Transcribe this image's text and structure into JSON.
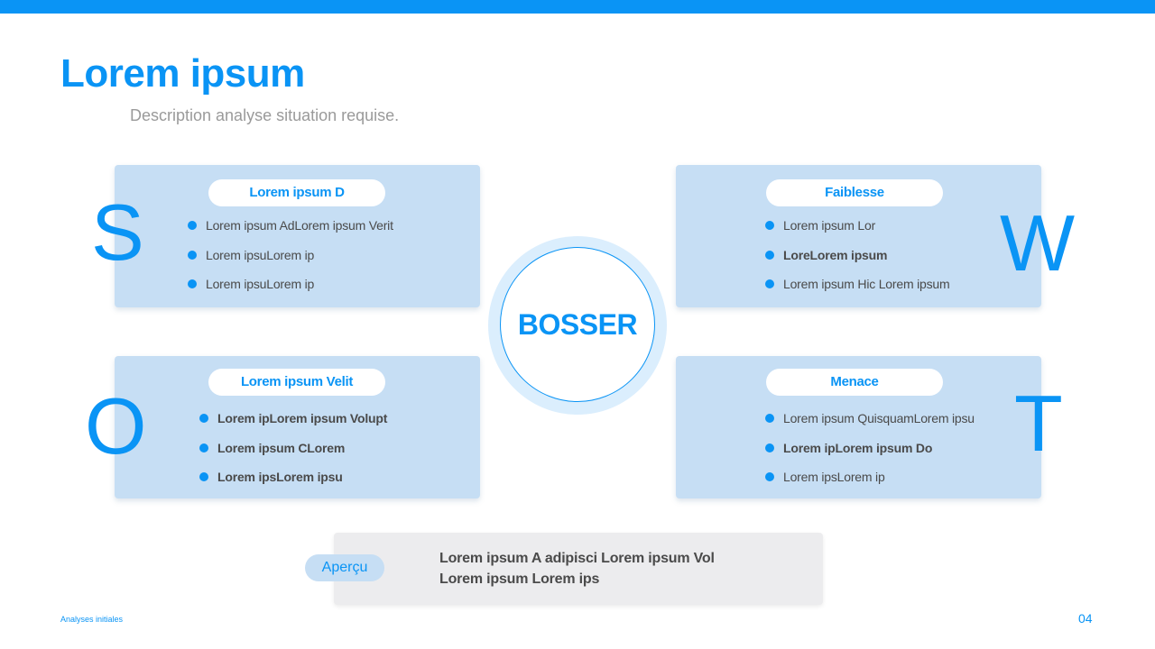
{
  "slide": {
    "title": "Lorem ipsum",
    "subtitle": "Description analyse situation requise.",
    "accent_color": "#0a94f5",
    "card_color": "#c6def4"
  },
  "swot": {
    "center_label": "BOSSER",
    "strengths": {
      "letter": "S",
      "header": "Lorem ipsum D",
      "items": [
        "Lorem ipsum AdLorem ipsum Verit",
        "Lorem ipsuLorem ip",
        "Lorem ipsuLorem ip"
      ]
    },
    "weaknesses": {
      "letter": "W",
      "header": "Faiblesse",
      "items": [
        "Lorem ipsum Lor",
        "LoreLorem ipsum",
        "Lorem ipsum Hic Lorem ipsum"
      ]
    },
    "opportunities": {
      "letter": "O",
      "header": "Lorem ipsum Velit",
      "items": [
        "Lorem ipLorem ipsum Volupt",
        "Lorem ipsum CLorem",
        "Lorem ipsLorem ipsu"
      ]
    },
    "threats": {
      "letter": "T",
      "header": "Menace",
      "items": [
        "Lorem ipsum QuisquamLorem ipsu",
        "Lorem ipLorem ipsum Do",
        "Lorem ipsLorem ip"
      ]
    }
  },
  "overview": {
    "tag": "Aperçu",
    "lines": [
      "Lorem ipsum A adipisci Lorem ipsum Vol",
      "Lorem ipsum Lorem ips"
    ]
  },
  "footer": {
    "section": "Analyses initiales",
    "page_number": "04"
  }
}
